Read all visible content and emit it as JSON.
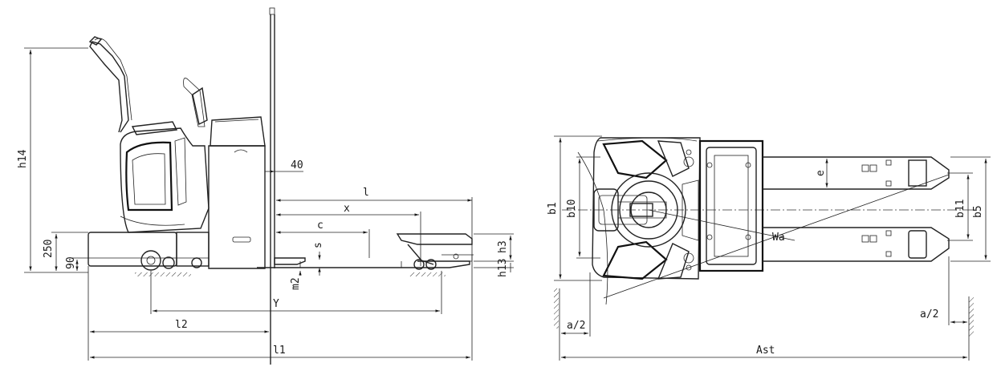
{
  "side_view": {
    "labels": {
      "h14": "h14",
      "h250": "250",
      "h90": "90",
      "d40": "40",
      "l": "l",
      "x": "x",
      "c": "c",
      "s": "s",
      "h3": "h3",
      "h13": "h13",
      "m2": "m2",
      "y": "Y",
      "l2": "l2",
      "l1": "l1"
    }
  },
  "top_view": {
    "labels": {
      "b1": "b1",
      "b10": "b10",
      "e": "e",
      "b11": "b11",
      "b5": "b5",
      "wa": "Wa",
      "a2_left": "a/2",
      "a2_right": "a/2",
      "ast": "Ast"
    }
  }
}
